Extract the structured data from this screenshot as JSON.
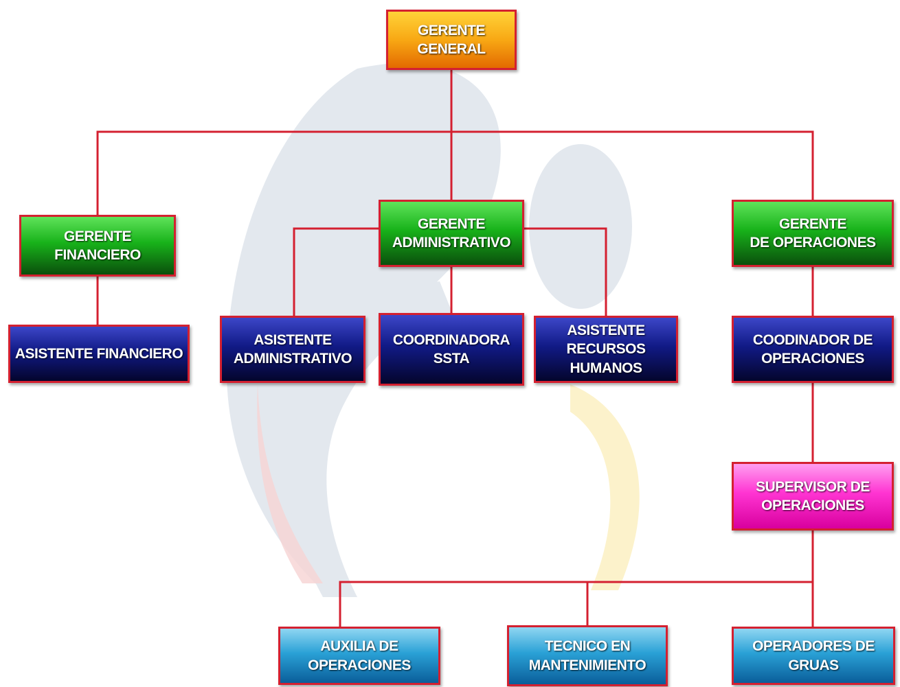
{
  "org_chart": {
    "colors": {
      "connector": "#d42030",
      "level_top": "#f8a814",
      "level_manager": "#18b21a",
      "level_assistant": "#111a86",
      "level_supervisor": "#ff34d2",
      "level_operations": "#2aa1d6"
    },
    "nodes": {
      "gerente_general": "GERENTE GENERAL",
      "gerente_financiero": "GERENTE FINANCIERO",
      "gerente_administrativo": "GERENTE\nADMINISTRATIVO",
      "gerente_operaciones": "GERENTE\nDE OPERACIONES",
      "asistente_financiero": "ASISTENTE FINANCIERO",
      "asistente_administrativo": "ASISTENTE\nADMINISTRATIVO",
      "coordinadora_ssta": "COORDINADORA\nSSTA",
      "asistente_rrhh": "ASISTENTE\nRECURSOS HUMANOS",
      "coordinador_operaciones": "COODINADOR DE\nOPERACIONES",
      "supervisor_operaciones": "SUPERVISOR DE\nOPERACIONES",
      "auxiliar_operaciones": "AUXILIA DE OPERACIONES",
      "tecnico_mantenimiento": "TECNICO EN\nMANTENIMIENTO",
      "operadores_gruas": "OPERADORES DE GRUAS"
    }
  }
}
